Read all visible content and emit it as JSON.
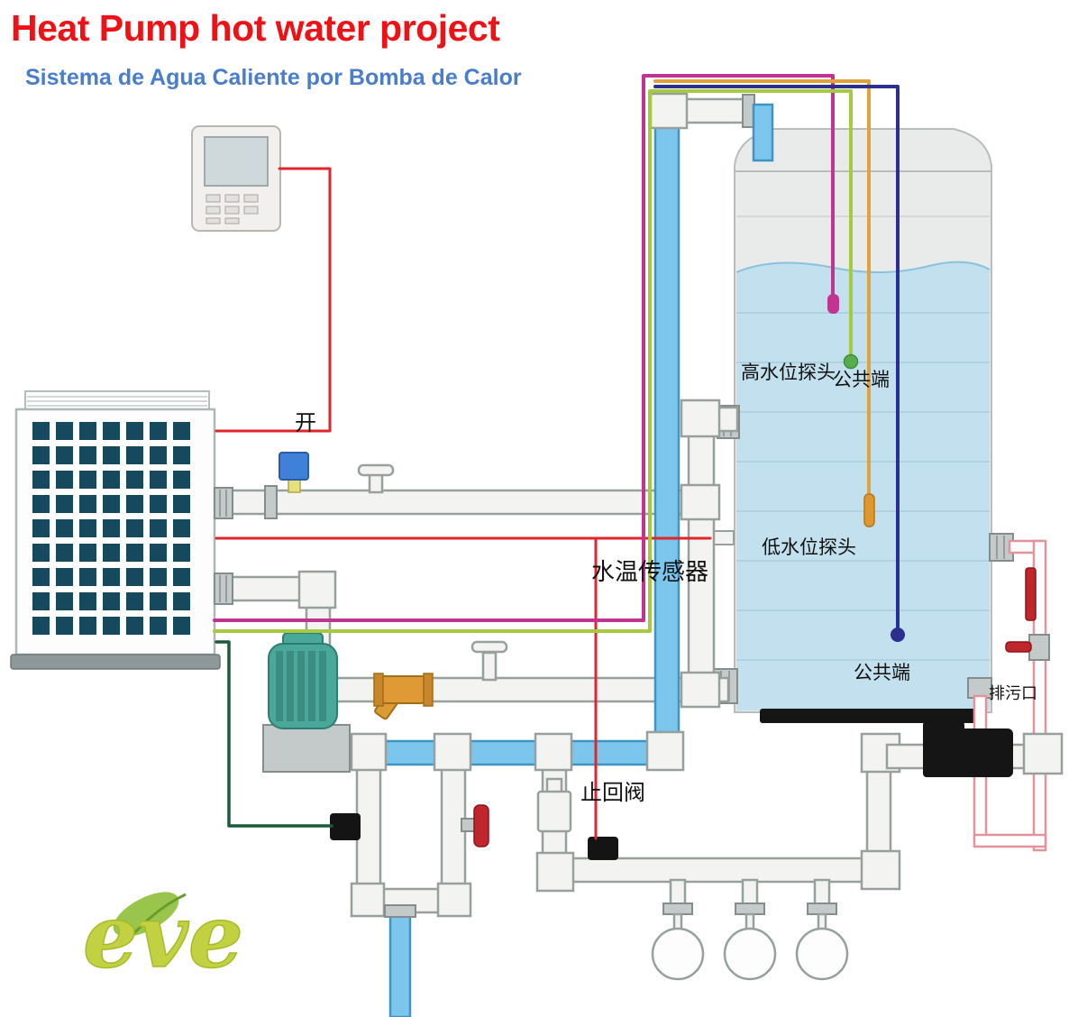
{
  "header": {
    "title": "Heat Pump hot water project",
    "subtitle": "Sistema de Agua Caliente por Bomba de Calor"
  },
  "labels": {
    "switch": "开",
    "water_temp_sensor": "水温传感器",
    "high_water_probe": "高水位探头",
    "common_terminal_top": "公共端",
    "low_water_probe": "低水位探头",
    "common_terminal_bottom": "公共端",
    "drain_outlet": "排污口",
    "check_valve": "止回阀"
  },
  "logo": {
    "text": "eve"
  },
  "colors": {
    "title_red": "#ee1216",
    "subtitle_blue": "#4a7dca",
    "wire_red": "#e0262b",
    "wire_magenta": "#c13490",
    "wire_green": "#a6c93f",
    "wire_orange": "#e0a23c",
    "wire_navy": "#2b2f8e",
    "wire_dark_green": "#1c5a3a",
    "pipe_blue": "#7cc6ee",
    "tank_water": "#c2e0ee",
    "pump_teal": "#49a89a",
    "coil_dark": "#17495e"
  }
}
